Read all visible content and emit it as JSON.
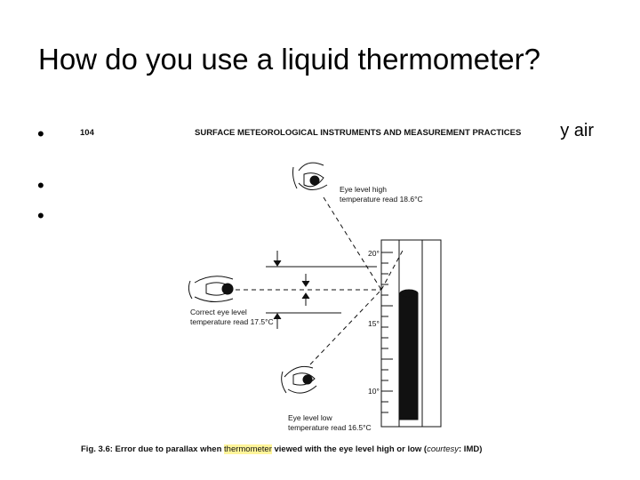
{
  "slide": {
    "title": "How do you use a liquid thermometer?",
    "bullets": [
      "y air",
      "",
      ""
    ]
  },
  "figure": {
    "page_number": "104",
    "header": "SURFACE METEOROLOGICAL INSTRUMENTS AND MEASUREMENT PRACTICES",
    "labels": {
      "high_line1": "Eye level high",
      "high_line2": "temperature read 18.6°C",
      "correct_line1": "Correct eye level",
      "correct_line2": "temperature read 17.5°C",
      "low_line1": "Eye level low",
      "low_line2": "temperature read 16.5°C"
    },
    "scale": {
      "t20": "20°",
      "t15": "15°",
      "t10": "10°"
    },
    "caption": {
      "prefix": "Fig. 3.6: Error due to parallax when ",
      "highlight": "thermometer",
      "suffix": " viewed with the eye level high or low (",
      "courtesy": "courtesy",
      "end": ": IMD)"
    },
    "colors": {
      "ink": "#111111",
      "highlight": "#fff59a"
    }
  }
}
